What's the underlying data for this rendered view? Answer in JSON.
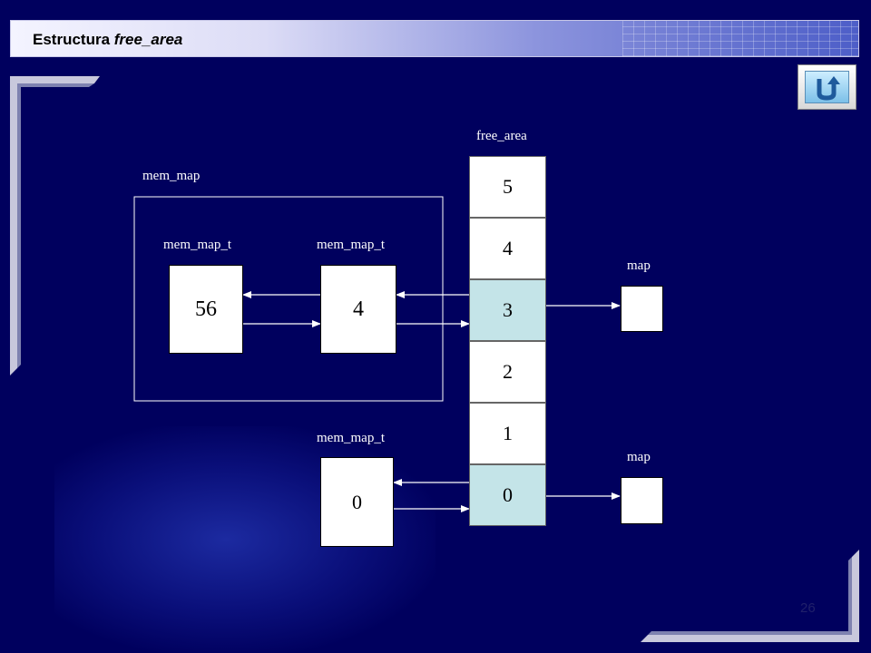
{
  "title": {
    "prefix": "Estructura ",
    "italic": "free_area"
  },
  "page_number": "26",
  "colors": {
    "background": "#00005e",
    "highlight": "#c4e4e8"
  },
  "icons": {
    "return": "u-turn-arrow-icon"
  },
  "diagram": {
    "free_area_label": "free_area",
    "free_area_cells": [
      "5",
      "4",
      "3",
      "2",
      "1",
      "0"
    ],
    "highlighted_cells": [
      "3",
      "0"
    ],
    "mem_map_label": "mem_map",
    "mem_map_t_label_1": "mem_map_t",
    "mem_map_t_label_2": "mem_map_t",
    "mem_map_t_label_3": "mem_map_t",
    "node_56": "56",
    "node_4": "4",
    "node_0": "0",
    "map_label_1": "map",
    "map_label_2": "map"
  }
}
